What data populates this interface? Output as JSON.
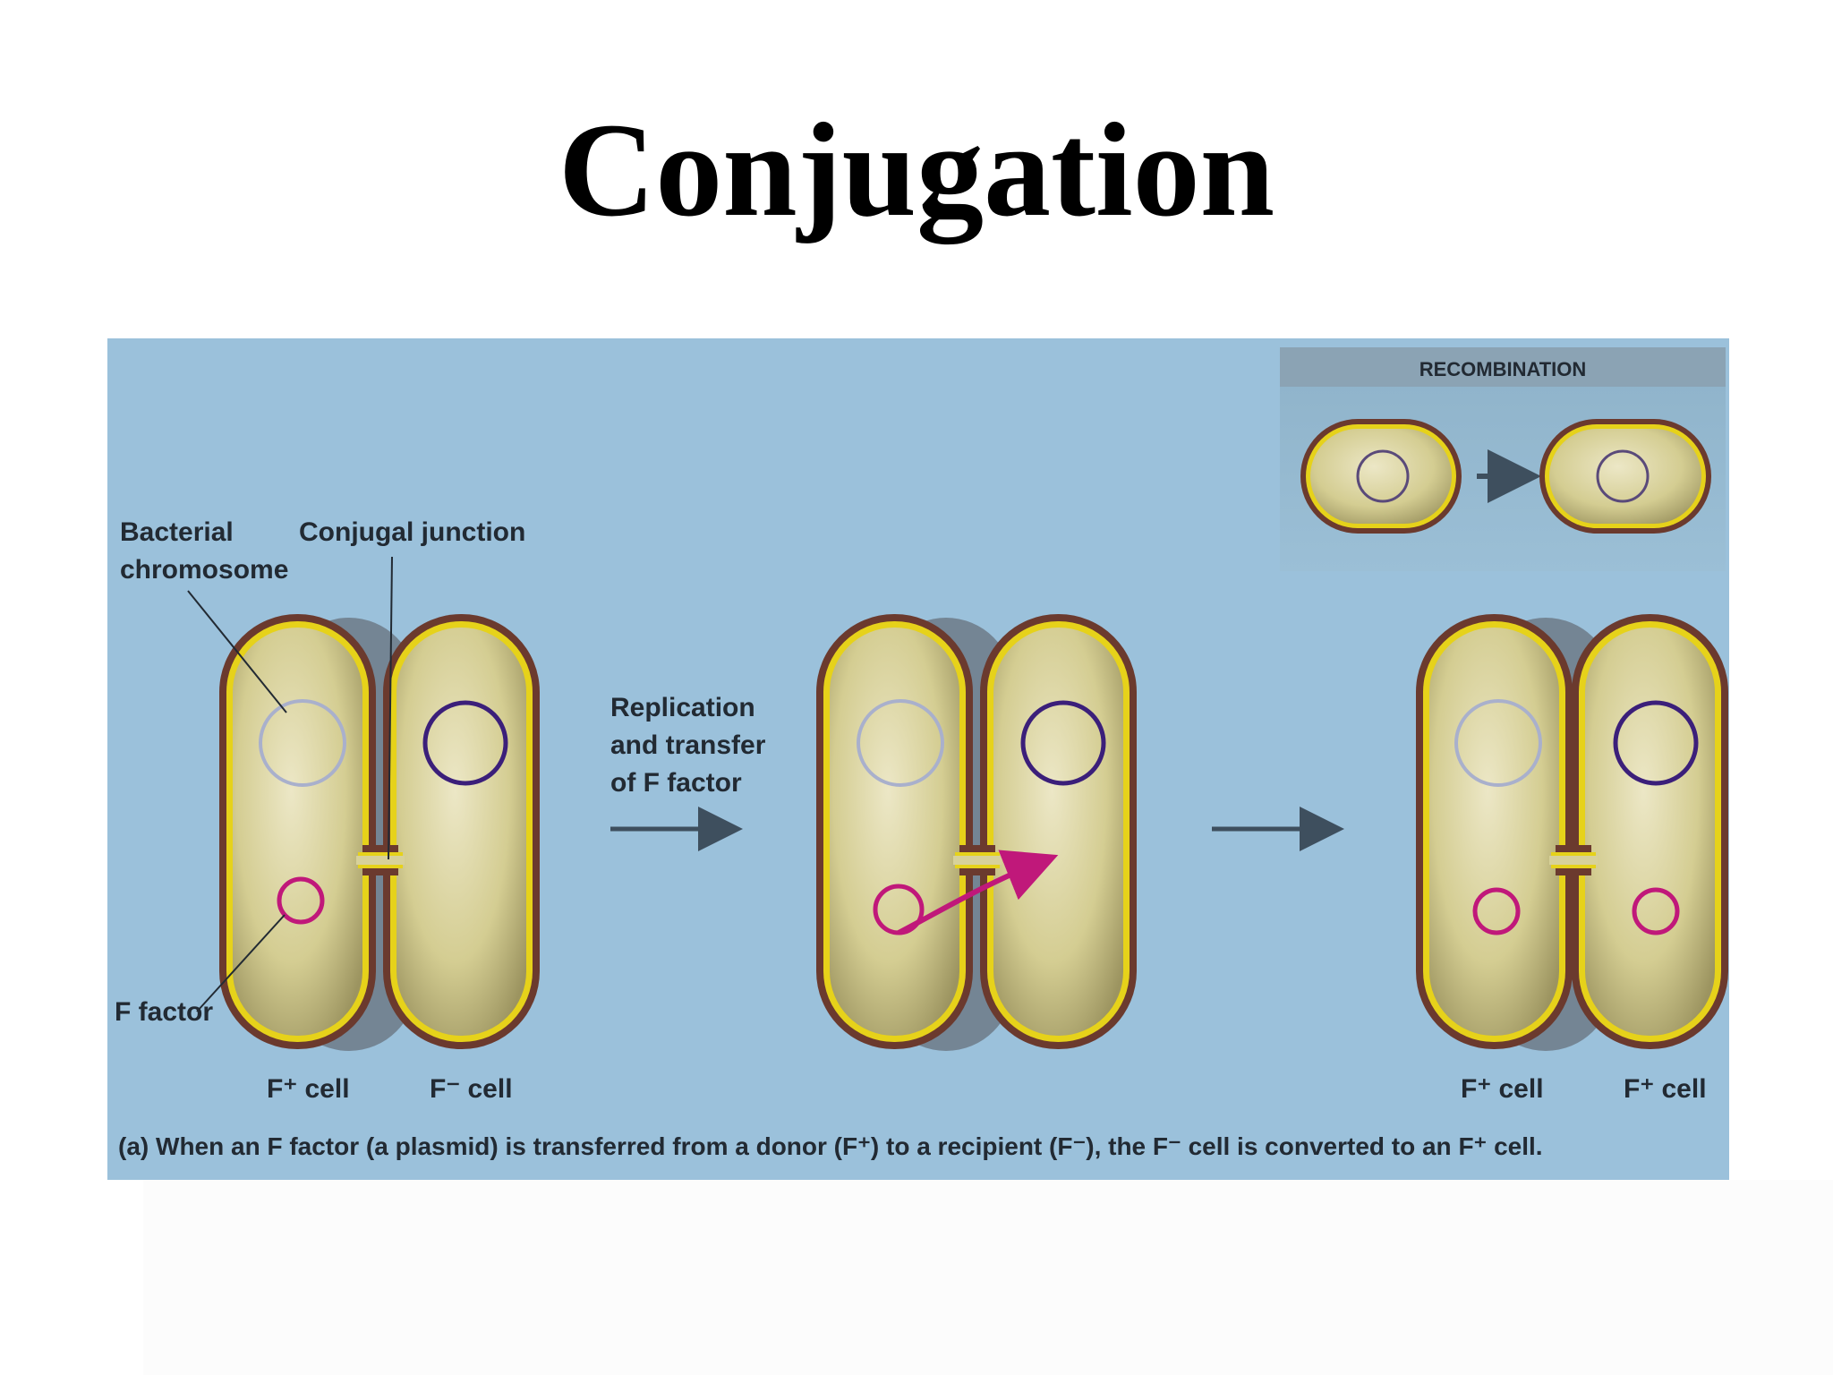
{
  "title": "Conjugation",
  "figure": {
    "inset_title": "RECOMBINATION",
    "labels": {
      "bacterial_chromosome_line1": "Bacterial",
      "bacterial_chromosome_line2": "chromosome",
      "conjugal_junction": "Conjugal junction",
      "f_factor": "F factor",
      "step_line1": "Replication",
      "step_line2": "and transfer",
      "step_line3": "of F factor"
    },
    "cell_labels": {
      "f_plus_1": "F⁺ cell",
      "f_minus": "F⁻ cell",
      "f_plus_2": "F⁺ cell",
      "f_plus_3": "F⁺ cell"
    },
    "caption_prefix": "(a)",
    "caption_text": "When an F factor (a plasmid) is transferred from a donor (F⁺) to a recipient (F⁻), the F⁻ cell is converted to an F⁺ cell."
  },
  "colors": {
    "background": "#9bc1db",
    "cell_fill": "#d7d19a",
    "cell_outline": "#6b3a2e",
    "cell_rim": "#e6d21a",
    "chromosome_faded": "#a9b0cc",
    "chromosome": "#3b1f7a",
    "f_factor": "#c0187a",
    "arrow": "#3e4f5e"
  }
}
